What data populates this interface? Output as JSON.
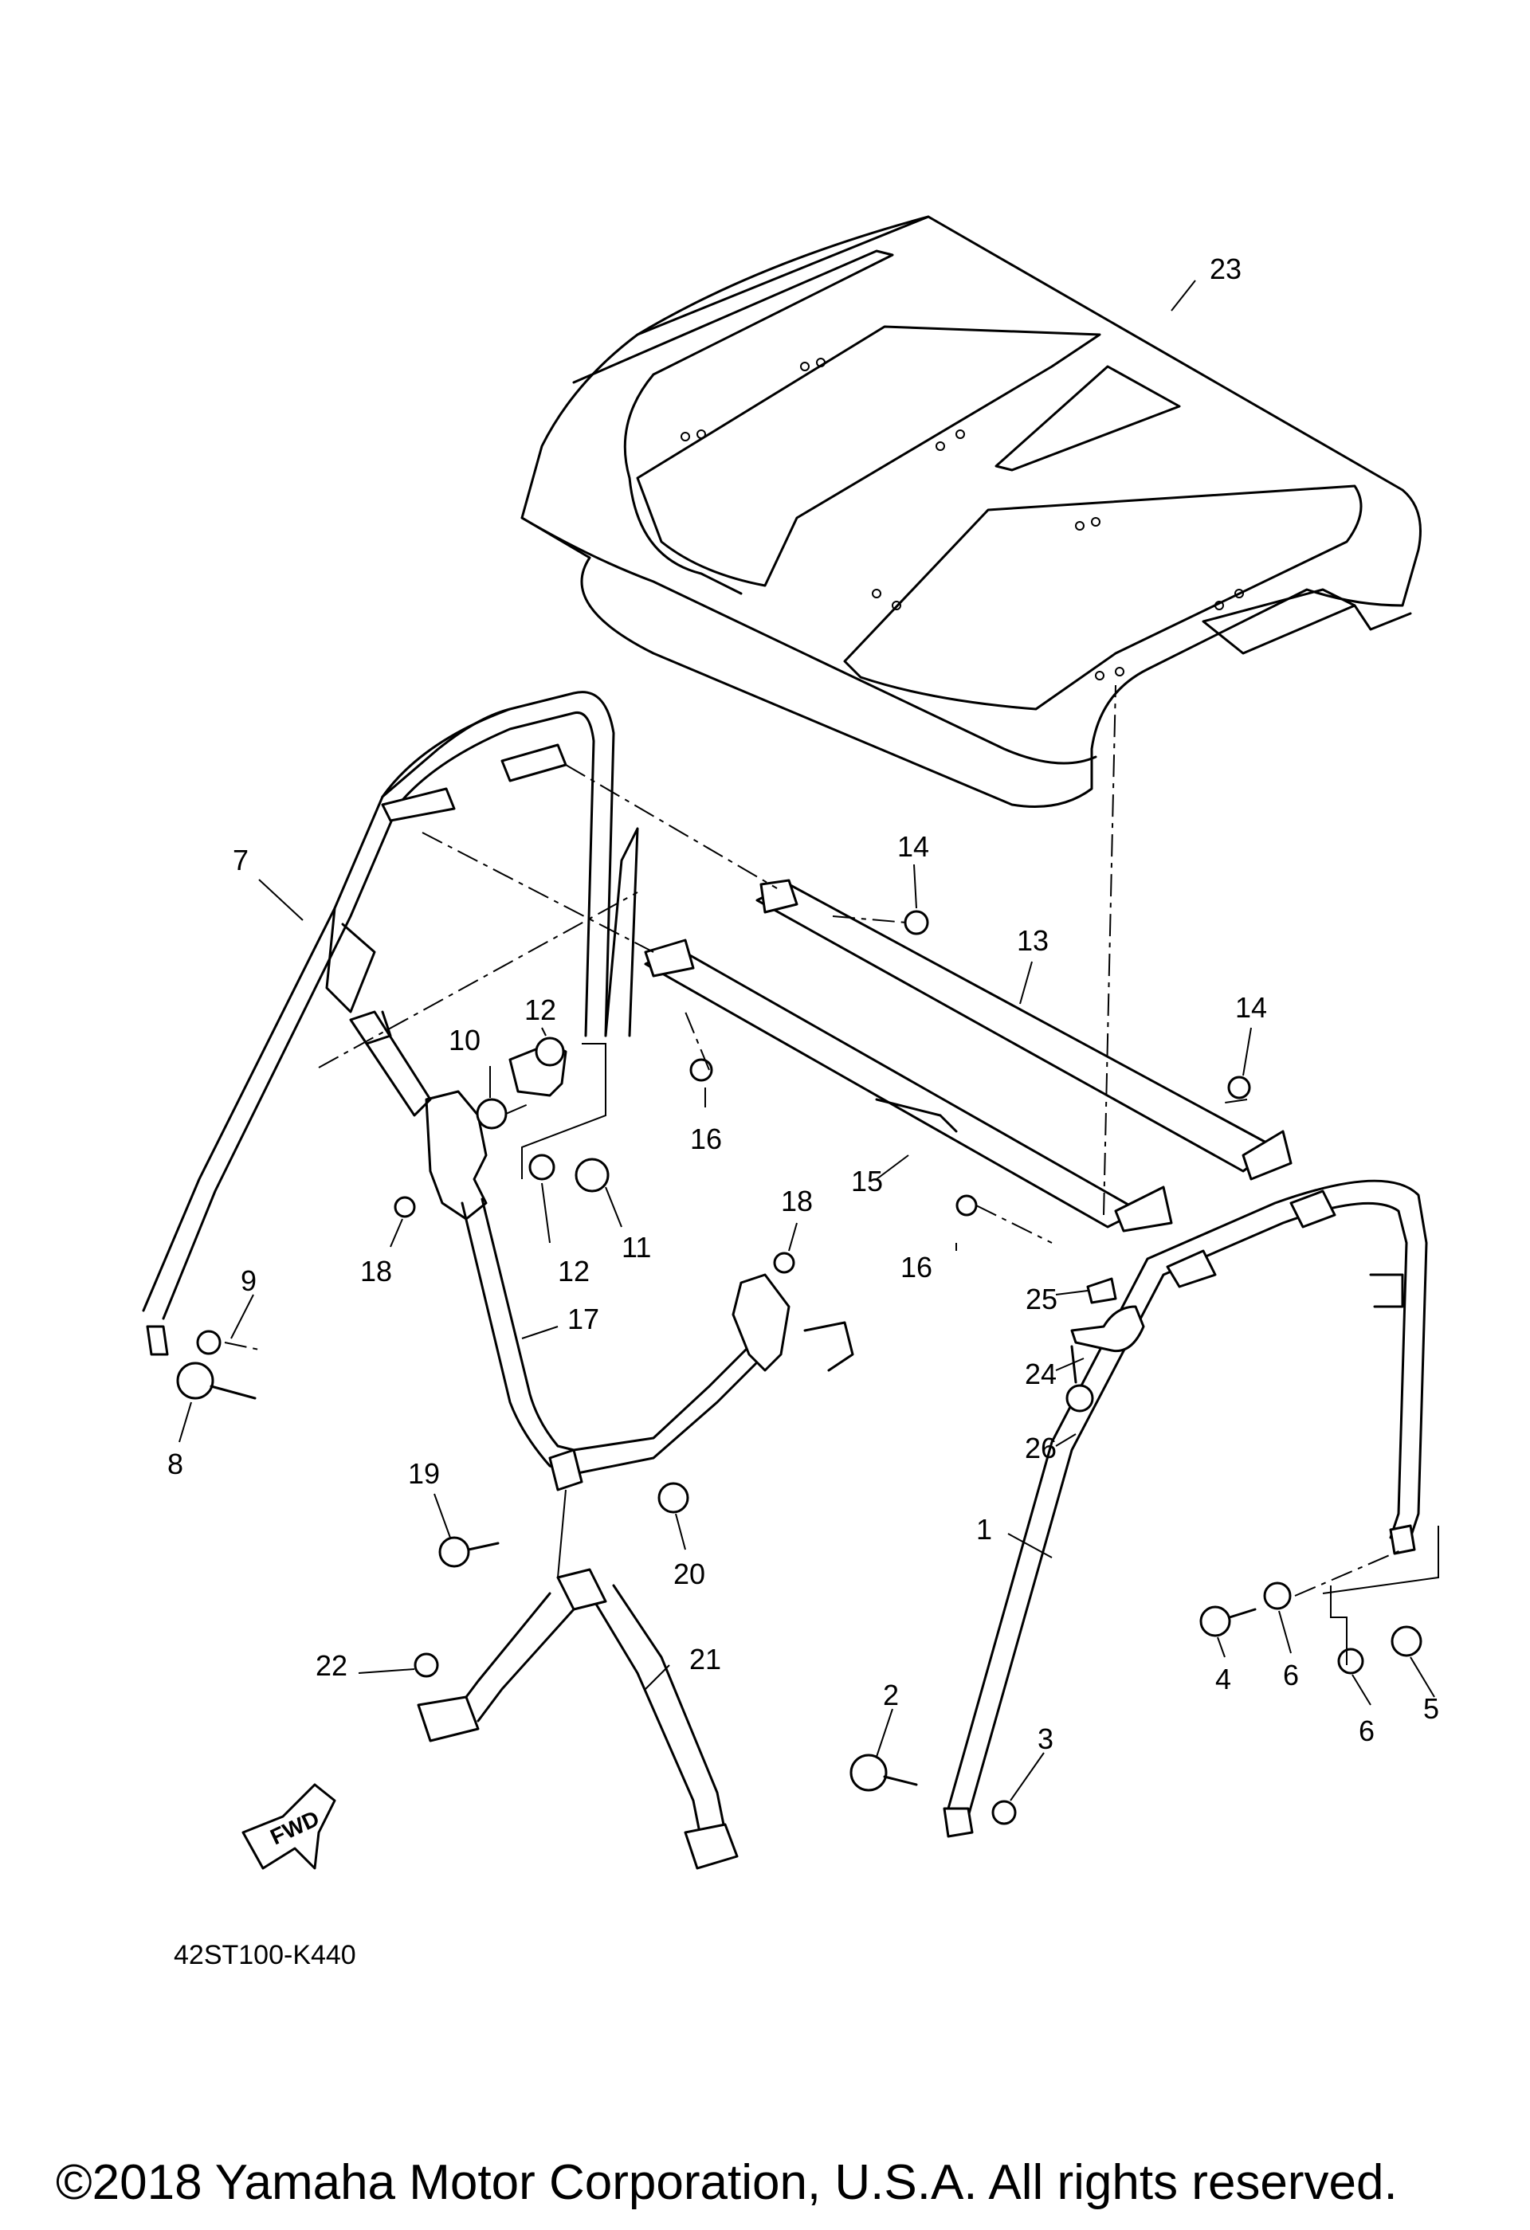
{
  "diagram": {
    "drawing_code": "42ST100-K440",
    "copyright": "©2018 Yamaha Motor Corporation, U.S.A. All rights reserved.",
    "fwd_label": "FWD",
    "callouts": [
      "1",
      "2",
      "3",
      "4",
      "5",
      "6",
      "6",
      "7",
      "8",
      "9",
      "10",
      "11",
      "12",
      "12",
      "13",
      "14",
      "14",
      "15",
      "16",
      "16",
      "17",
      "18",
      "18",
      "19",
      "20",
      "21",
      "22",
      "23",
      "24",
      "25",
      "26"
    ]
  }
}
